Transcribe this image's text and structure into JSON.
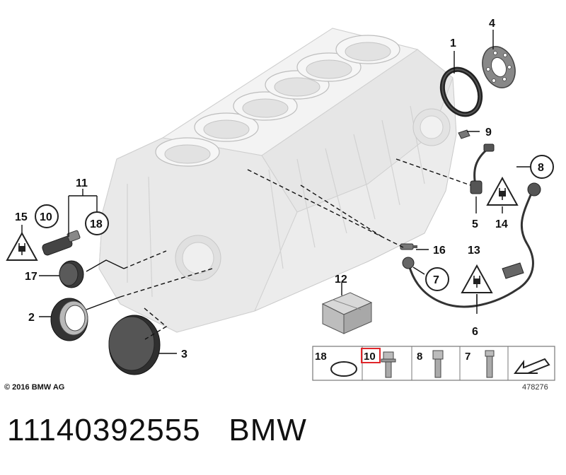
{
  "callouts": {
    "c1": "1",
    "c2": "2",
    "c3": "3",
    "c4": "4",
    "c5": "5",
    "c6": "6",
    "c7": "7",
    "c8": "8",
    "c9": "9",
    "c10": "10",
    "c11": "11",
    "c12": "12",
    "c13": "13",
    "c14": "14",
    "c15": "15",
    "c16": "16",
    "c17": "17",
    "c18": "18"
  },
  "legend": {
    "item1": "18",
    "item2": "10",
    "item3": "8",
    "item4": "7"
  },
  "highlight_color": "#e0262b",
  "copyright": "© 2016 BMW AG",
  "diagram_number": "478276",
  "caption": {
    "part_number": "11140392555",
    "brand": "BMW"
  }
}
